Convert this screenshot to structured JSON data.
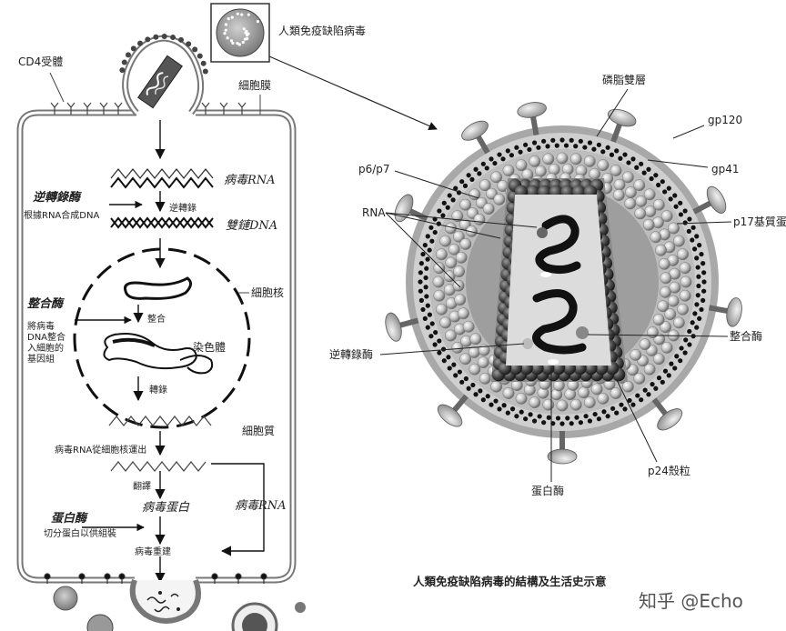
{
  "legend": {
    "title": "人類免疫缺陷病毒"
  },
  "cell": {
    "cd4_receptor": "CD4受體",
    "membrane": "細胞膜",
    "viral_rna": "病毒RNA",
    "reverse_transcriptase": "逆轉錄酶",
    "rt_desc": "根據RNA合成DNA",
    "reverse_transcription": "逆轉錄",
    "double_dna": "雙鏈DNA",
    "nucleus": "細胞核",
    "integrase": "整合酶",
    "integrase_desc": [
      "將病毒",
      "DNA整合",
      "入細胞的",
      "基因組"
    ],
    "integration": "整合",
    "chromosome": "染色體",
    "transcription": "轉錄",
    "cytoplasm": "細胞質",
    "rna_export": "病毒RNA從細胞核運出",
    "translation": "翻譯",
    "viral_protein": "病毒蛋白",
    "viral_rna_2": "病毒RNA",
    "protease": "蛋白酶",
    "protease_desc": "切分蛋白以供組裝",
    "reassembly": "病毒重建"
  },
  "virion": {
    "lipid_bilayer": "磷脂雙層",
    "gp120": "gp120",
    "gp41": "gp41",
    "p6p7": "p6/p7",
    "rna": "RNA",
    "p17": "p17基質蛋",
    "integrase": "整合酶",
    "reverse_transcriptase": "逆轉錄酶",
    "protease": "蛋白酶",
    "p24": "p24殼粒"
  },
  "caption": "人類免疫缺陷病毒的結構及生活史示意",
  "watermark": "知乎 @Echo"
}
